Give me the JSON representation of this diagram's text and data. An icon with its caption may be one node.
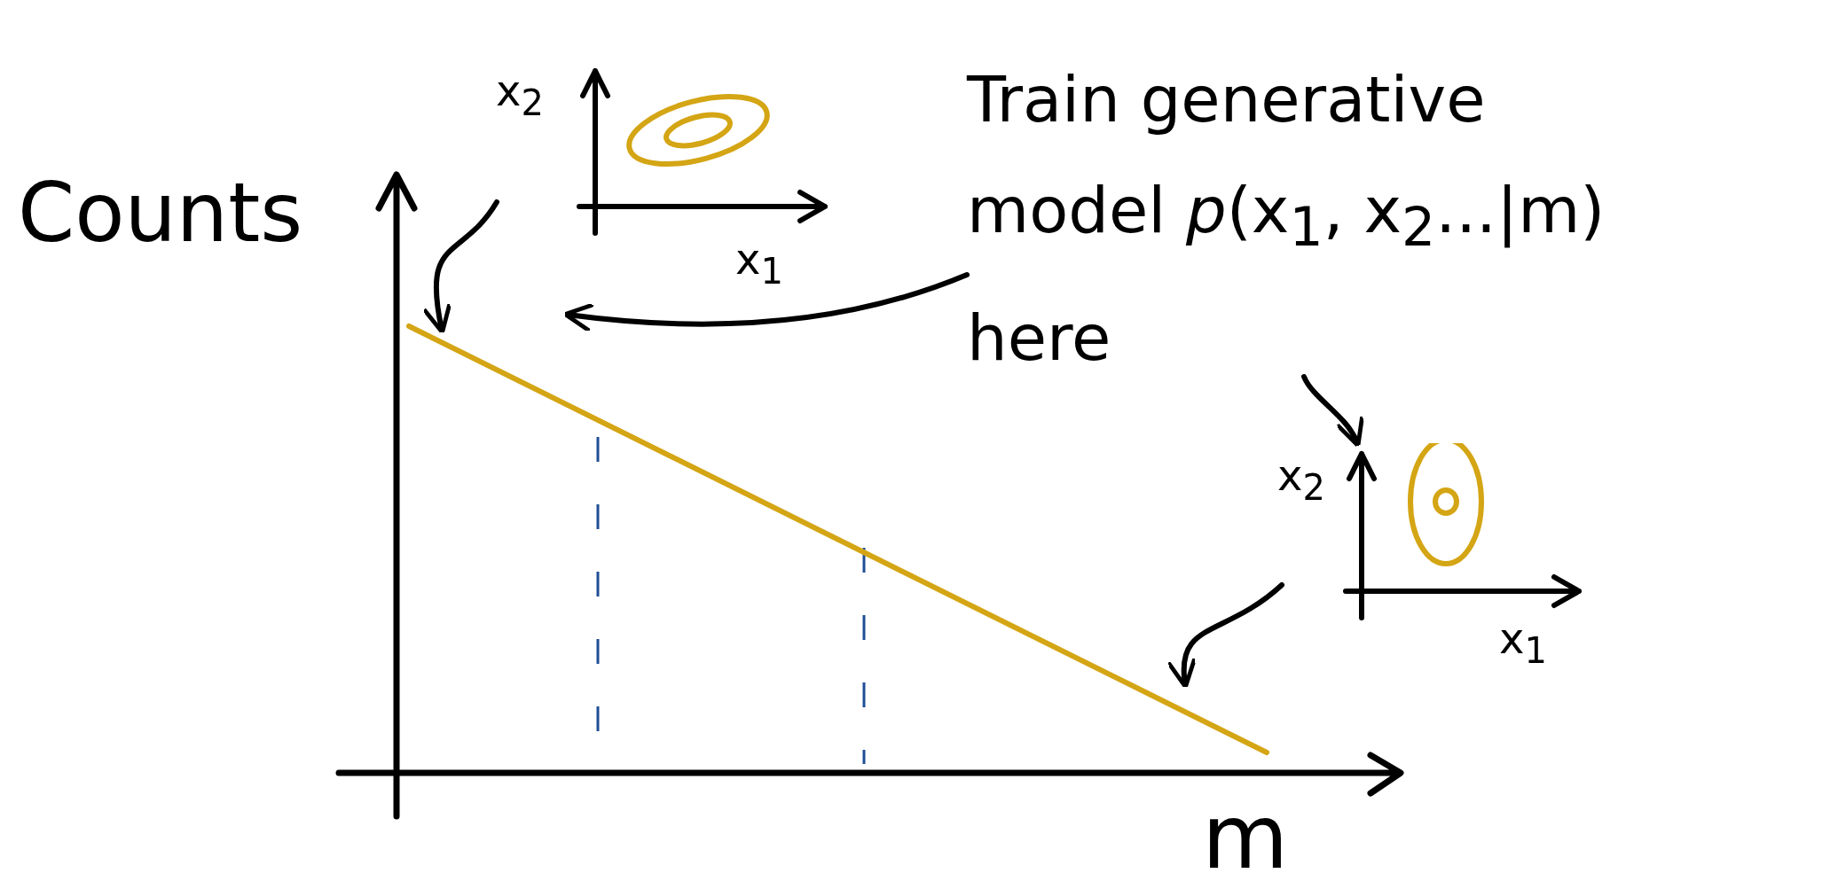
{
  "diagram": {
    "nodes": [
      {
        "text": [
          "Train generative model *p*(x$_{1}$, x$_{2}$...|m) here"
        ]
      },
      {
        "text": [
          "x$_{2}$",
          "x$_{1}$"
        ]
      },
      {
        "text": [
          "x$_{2}$",
          "x$_{1}$"
        ]
      },
      {
        "text": [],
        "shape": "line"
      }
    ],
    "edges": [
      {
        "from": 0,
        "to": 1,
        "arrow": "to"
      },
      {
        "from": 0,
        "to": 2,
        "arrow": "to"
      },
      {
        "from": 1,
        "to": 3,
        "arrow": "to"
      },
      {
        "from": 2,
        "to": 3,
        "arrow": "to"
      }
    ],
    "labels": [
      "Counts",
      "m"
    ]
  }
}
